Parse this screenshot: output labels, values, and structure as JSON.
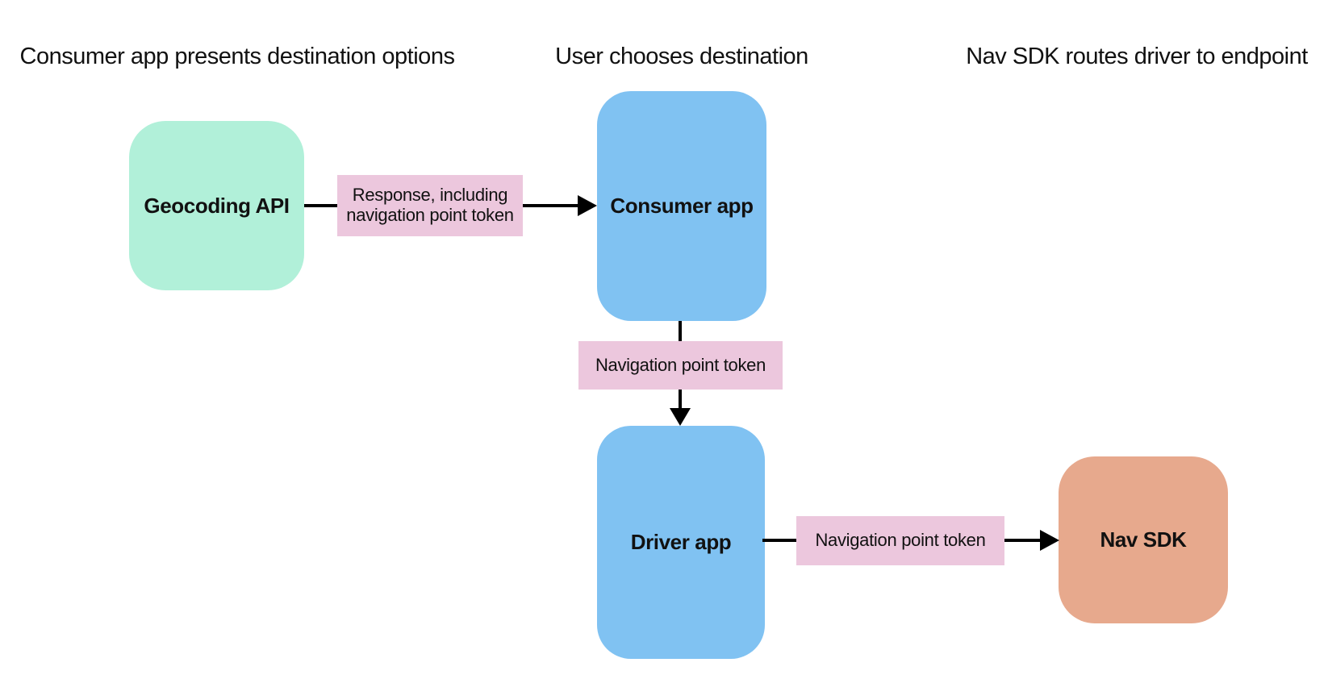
{
  "diagram": {
    "stage_labels": [
      "Consumer app presents destination options",
      "User chooses destination",
      "Nav SDK routes driver to endpoint"
    ],
    "nodes": {
      "geocoding_api": {
        "label": "Geocoding API",
        "fill": "#b1f0d9"
      },
      "consumer_app": {
        "label": "Consumer app",
        "fill": "#80c2f2"
      },
      "driver_app": {
        "label": "Driver app",
        "fill": "#80c2f2"
      },
      "nav_sdk": {
        "label": "Nav SDK",
        "fill": "#e7a98d"
      }
    },
    "edges": {
      "geocoding_to_consumer": {
        "label": "Response, including navigation point token",
        "fill": "#ecc7dd"
      },
      "consumer_to_driver": {
        "label": "Navigation point token",
        "fill": "#ecc7dd"
      },
      "driver_to_navsdk": {
        "label": "Navigation point token",
        "fill": "#ecc7dd"
      }
    },
    "colors": {
      "background": "#ffffff",
      "line": "#000000",
      "text": "#111111"
    }
  }
}
